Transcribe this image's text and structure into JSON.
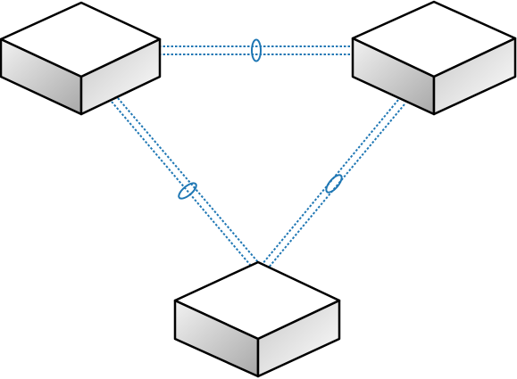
{
  "diagram": {
    "nodes": [
      {
        "id": "switch-top-left",
        "kind": "switch"
      },
      {
        "id": "switch-top-right",
        "kind": "switch"
      },
      {
        "id": "switch-bottom",
        "kind": "switch"
      }
    ],
    "links": [
      {
        "id": "link-top",
        "from": "switch-top-left",
        "to": "switch-top-right",
        "style": "dotted-double",
        "bundle_marker": true
      },
      {
        "id": "link-left",
        "from": "switch-top-left",
        "to": "switch-bottom",
        "style": "dotted-double",
        "bundle_marker": true
      },
      {
        "id": "link-right",
        "from": "switch-top-right",
        "to": "switch-bottom",
        "style": "dotted-double",
        "bundle_marker": true
      }
    ],
    "colors": {
      "link": "#1f77b4",
      "outline": "#000000",
      "top_face": "#ffffff",
      "side_face_light": "#eeeeee",
      "side_face_dark": "#9a9a9a"
    }
  }
}
